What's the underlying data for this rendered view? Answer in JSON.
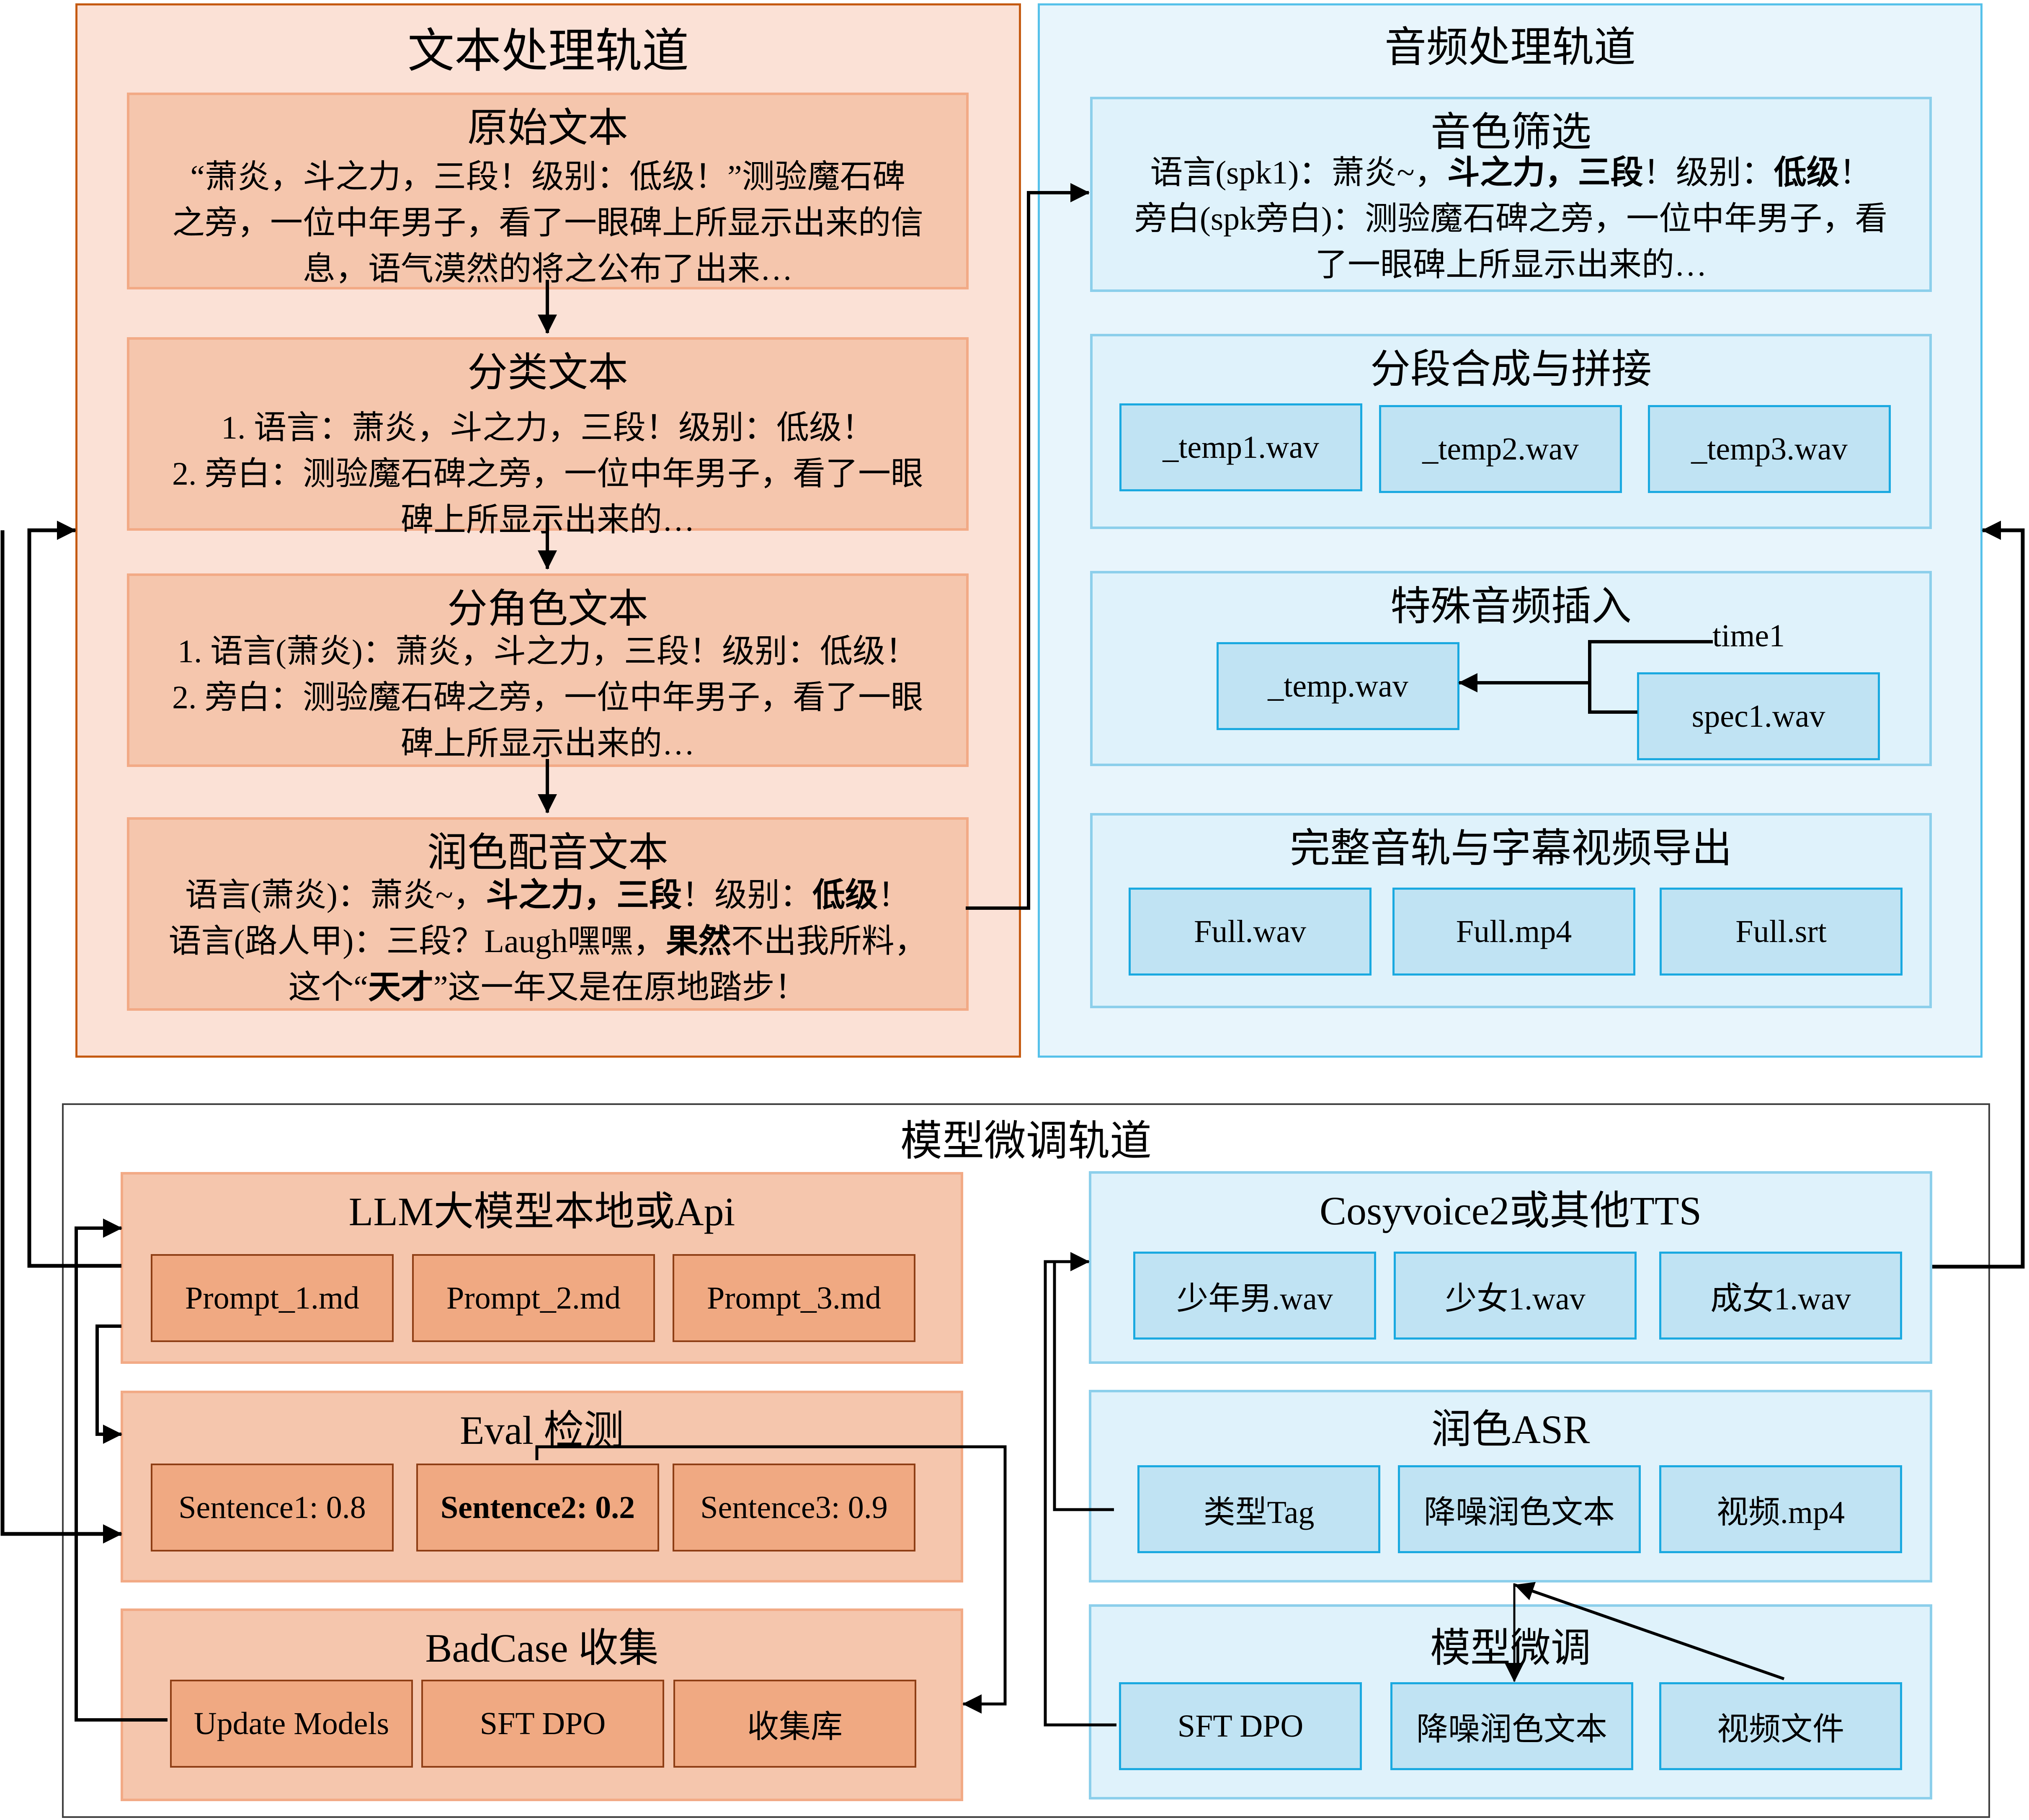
{
  "text_track": {
    "title": "文本处理轨道",
    "raw": {
      "title": "原始文本",
      "lines": [
        "“萧炎，斗之力，三段！级别：低级！”测验魔石碑",
        "之旁，一位中年男子，看了一眼碑上所显示出来的信",
        "息，语气漠然的将之公布了出来…"
      ]
    },
    "classified": {
      "title": "分类文本",
      "lines": [
        "1. 语言：萧炎，斗之力，三段！级别：低级！",
        "2. 旁白：测验魔石碑之旁，一位中年男子，看了一眼",
        "碑上所显示出来的…"
      ]
    },
    "by_role": {
      "title": "分角色文本",
      "lines": [
        "1. 语言(萧炎)：萧炎，斗之力，三段！级别：低级！",
        "2. 旁白：测验魔石碑之旁，一位中年男子，看了一眼",
        "碑上所显示出来的…"
      ]
    },
    "polished": {
      "title": "润色配音文本",
      "line1": {
        "a": "语言(萧炎)：萧炎~，",
        "b1": "斗之力",
        "c": "，",
        "b2": "三段",
        "d": "！级别：",
        "b3": "低级",
        "e": "！"
      },
      "line2": {
        "a": "语言(路人甲)：三段？Laugh嘿嘿，",
        "b1": "果然",
        "c": "不出我所料，"
      },
      "line3": {
        "a": "这个“",
        "b1": "天才",
        "c": "”这一年又是在原地踏步！"
      }
    }
  },
  "audio_track": {
    "title": "音频处理轨道",
    "timbre": {
      "title": "音色筛选",
      "line1": {
        "a": "语言(spk1)：萧炎~，",
        "b1": "斗之力",
        "c": "，",
        "b2": "三段",
        "d": "！级别：",
        "b3": "低级",
        "e": "！"
      },
      "line2": "旁白(spk旁白)：测验魔石碑之旁，一位中年男子，看",
      "line3": "了一眼碑上所显示出来的…"
    },
    "segment": {
      "title": "分段合成与拼接",
      "files": [
        "_temp1.wav",
        "_temp2.wav",
        "_temp3.wav"
      ]
    },
    "special": {
      "title": "特殊音频插入",
      "target": "_temp.wav",
      "source": "spec1.wav",
      "time_label": "time1"
    },
    "export": {
      "title": "完整音轨与字幕视频导出",
      "files": [
        "Full.wav",
        "Full.mp4",
        "Full.srt"
      ]
    }
  },
  "model_track": {
    "title": "模型微调轨道",
    "llm": {
      "title": "LLM大模型本地或Api",
      "files": [
        "Prompt_1.md",
        "Prompt_2.md",
        "Prompt_3.md"
      ]
    },
    "eval": {
      "title": "Eval 检测",
      "scores": [
        {
          "label": "Sentence1: 0.8",
          "bad": false
        },
        {
          "label": "Sentence2: 0.2",
          "bad": true
        },
        {
          "label": "Sentence3: 0.9",
          "bad": false
        }
      ]
    },
    "badcase": {
      "title": "BadCase 收集",
      "items": [
        "Update Models",
        "SFT DPO",
        "收集库"
      ]
    },
    "tts": {
      "title": "Cosyvoice2或其他TTS",
      "voices": [
        "少年男.wav",
        "少女1.wav",
        "成女1.wav"
      ]
    },
    "asr": {
      "title": "润色ASR",
      "items": [
        "类型Tag",
        "降噪润色文本",
        "视频.mp4"
      ]
    },
    "finetune": {
      "title": "模型微调",
      "items": [
        "SFT DPO",
        "降噪润色文本",
        "视频文件"
      ]
    }
  },
  "colors": {
    "text_track_bg": "#fbe1d6",
    "text_track_border": "#c55a11",
    "orange_panel": "#f5c6ad",
    "orange_chip": "#f0a982",
    "audio_track_bg": "#e8f5fc",
    "audio_track_border": "#56c1ea",
    "blue_panel": "#dff2fb",
    "blue_chip": "#c0e3f3"
  }
}
